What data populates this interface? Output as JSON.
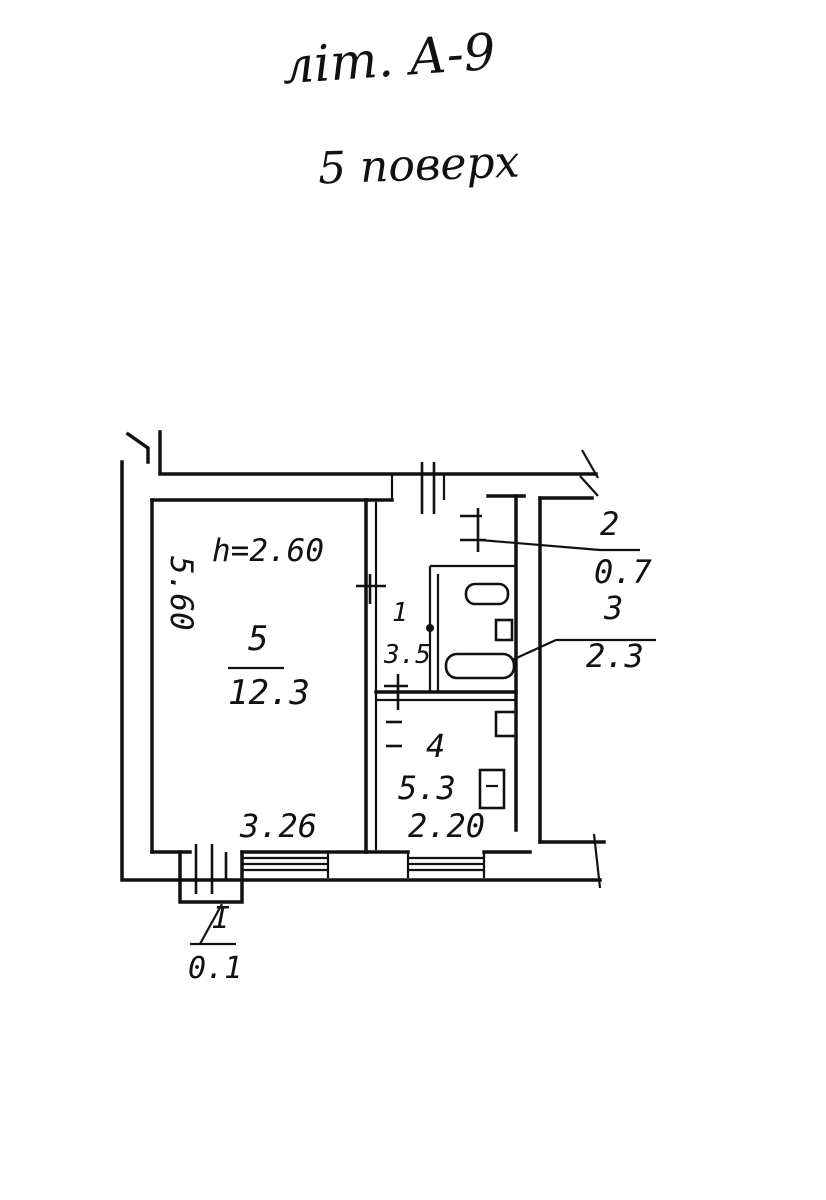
{
  "header": {
    "line1": "літ. А-9",
    "line2": "5 поверх"
  },
  "plan": {
    "ceiling_height": "h=2.60",
    "dim_left_wall": "5.60",
    "dim_room_bottom": "3.26",
    "dim_bath_bottom": "2.20",
    "rooms": [
      {
        "number": "5",
        "area": "12.3"
      },
      {
        "number": "1",
        "area": "3.5"
      },
      {
        "number": "2",
        "area": "0.7"
      },
      {
        "number": "3",
        "area": "2.3"
      },
      {
        "number": "4",
        "area": "5.3"
      },
      {
        "number": "I",
        "area": "0.1"
      }
    ]
  }
}
